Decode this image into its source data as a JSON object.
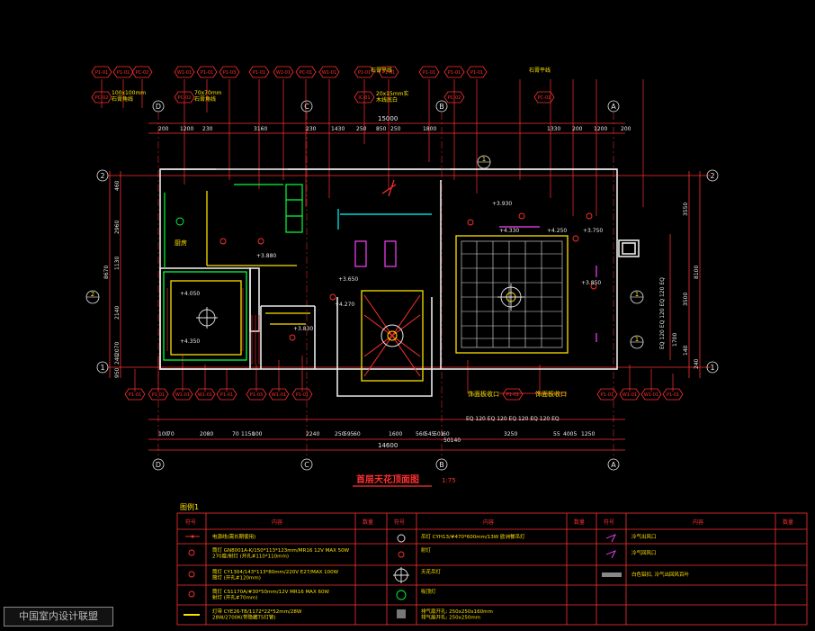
{
  "drawing_title": "首层天花顶面图",
  "scale": "1:75",
  "legend_title": "图例1",
  "colors": {
    "background": "#000000",
    "red": "#ff3030",
    "yellow": "#ffe000",
    "white": "#e8e8e8",
    "green": "#00ff40",
    "cyan": "#00ffff",
    "magenta": "#ff40ff"
  },
  "top_tags_row1": [
    "P1-01",
    "P1-01",
    "PC-02",
    "W1-01",
    "P1-01",
    "P1-03",
    "P1-01",
    "W1-01",
    "PC-01",
    "W1-01",
    "P1-01",
    "P1-01",
    "P1-01",
    "P1-01",
    "P1-01"
  ],
  "top_tags_row2": [
    "PC-02",
    "PC-02",
    "IC-01",
    "PC-02",
    "PC-01"
  ],
  "top_notes": [
    "100x100mm\n石膏角线",
    "70x70mm\n石膏角线",
    "石膏平线",
    "20x15mm实\n木线底白",
    "石膏平线"
  ],
  "grid_axes": [
    "D",
    "C",
    "B",
    "A"
  ],
  "row_axes": [
    "2",
    "1"
  ],
  "top_overall": "15000",
  "top_dims": [
    "200",
    "1200",
    "230",
    "3160",
    "230",
    "1430",
    "250",
    "850",
    "250",
    "1800",
    "1330",
    "200",
    "1200",
    "200"
  ],
  "bottom_overall": "14600",
  "bottom_overall2": "50140",
  "bottom_dims": [
    "100",
    "70",
    "2080",
    "70",
    "1150",
    "100",
    "2240",
    "250",
    "595",
    "60",
    "1600",
    "560",
    "545",
    "501",
    "60",
    "3250",
    "55",
    "4005",
    "1250"
  ],
  "eq_row": "EQ 120 EQ 120 EQ 120 EQ 120 EQ",
  "left_dims": [
    "460",
    "2960",
    "8670",
    "1130",
    "2140",
    "2070",
    "950",
    "240"
  ],
  "right_dims": [
    "3550",
    "8100",
    "3500",
    "140",
    "240",
    "1700"
  ],
  "right_eq": "EQ 120 EQ 120 EQ 120 EQ",
  "bottom_tags": [
    "P1-01",
    "P1-01",
    "W1-01",
    "W1-01",
    "P1-01",
    "P1-03",
    "W1-01",
    "P1-01",
    "P1-01",
    "W1-01",
    "W1-01",
    "P1-01",
    "P1-01"
  ],
  "bottom_notes": [
    "饰面板收口",
    "饰面板收口"
  ],
  "elevations": [
    "+4.050",
    "+3.880",
    "+4.350",
    "+3.830",
    "+4.270",
    "+3.930",
    "+4.330",
    "+4.250",
    "+3.750",
    "+3.850",
    "+3.650"
  ],
  "room_label": "厨房",
  "section_marks": [
    "2",
    "1",
    "1",
    "1"
  ],
  "legend": {
    "headers": [
      "符号",
      "内容",
      "数量"
    ],
    "col1": [
      {
        "content": "电源线(需长期使用)"
      },
      {
        "content": "筒灯 GN8001A-K/150*113*123mm/MR16 12V MAX 50W\n270度/射灯 (开孔#110*110mm)"
      },
      {
        "content": "筒灯 CY1304/143*113*80mm/220V E27/MAX 100W\n筒灯 (开孔#120mm)"
      },
      {
        "content": "筒灯 CS1170A/#30*50mm/12V MR16 MAX 60W\n射灯 (开孔#70mm)"
      },
      {
        "content": "灯带 CYE26-TB/1172*22*52mm/28W\n28W/2700K(带隐藏T5灯管)"
      }
    ],
    "col2": [
      {
        "content": "吊灯 CYH13/#470*600mm/13W 欧洲餐吊灯"
      },
      {
        "content": "射灯"
      },
      {
        "content": "天花吊灯"
      },
      {
        "content": "吸顶灯"
      },
      {
        "content": "排气扇开孔: 250x250x160mm\n排气扇开孔: 250x250mm"
      }
    ],
    "col3": [
      {
        "content": "冷气出风口"
      },
      {
        "content": "冷气回风口"
      },
      {
        "content": "白色铝扣, 冷气出回风百叶"
      }
    ]
  },
  "watermark": "中国室内设计联盟"
}
